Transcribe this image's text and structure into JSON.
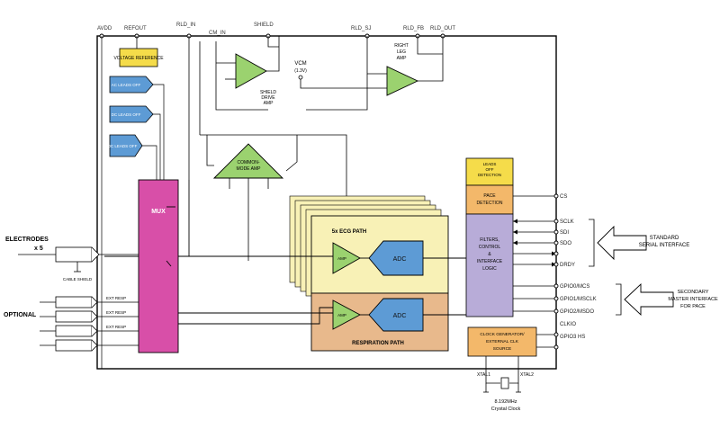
{
  "pins_top": {
    "avdd": "AVDD",
    "refout": "REFOUT",
    "shield": "SHIELD",
    "rld_in": "RLD_IN",
    "rld_sj": "RLD_SJ",
    "rld_fb": "RLD_FB",
    "rld_out": "RLD_OUT",
    "cm_in": "CM_IN",
    "vcm": "VCM",
    "vcm_sub": "(1.3V)"
  },
  "blocks": {
    "voltage_reference": "VOLTAGE REFERENCE",
    "lead_off_detect_1": "AC LEADS OFF",
    "lead_off_detect_2": "DC LEADS OFF",
    "lead_off_detect_3": "DC LEADS OFF",
    "shield_amp": [
      "SHIELD",
      "DRIVE",
      "AMP"
    ],
    "right_leg_amp": [
      "RIGHT",
      "LEG",
      "AMP"
    ],
    "common_mode_amp": [
      "COMMON-",
      "MODE AMP"
    ],
    "mux": "MUX",
    "ecg_path": "5x ECG PATH",
    "amp_label": "AMP",
    "adc": "ADC",
    "respiration_path": "RESPIRATION PATH",
    "leads_off_detection": [
      "LEADS",
      "OFF",
      "DETECTION"
    ],
    "pace_detection": [
      "PACE",
      "DETECTION"
    ],
    "filters_logic": [
      "FILTERS,",
      "CONTROL",
      "&",
      "INTERFACE",
      "LOGIC"
    ],
    "clock_gen": [
      "CLOCK GENERATOR/",
      "EXTERNAL CLK",
      "SOURCE"
    ]
  },
  "left": {
    "electrodes": "ELECTRODES",
    "electrodes_count": "x 5",
    "cable_shield": "CABLE SHIELD",
    "optional": "OPTIONAL",
    "ext_resp_labels": [
      "EXT RESP",
      "EXT RESP",
      "EXT RESP"
    ]
  },
  "right": {
    "pins": [
      "CS",
      "SCLK",
      "SDI",
      "SDO",
      "DRDY",
      "GPIO0/MCS",
      "GPIO1/MSCLK",
      "GPIO2/MSDO",
      "CLKIO",
      "GPIO3 HS"
    ],
    "serial_interface": [
      "STANDARD",
      "SERIAL INTERFACE"
    ],
    "secondary_interface": [
      "SECONDARY",
      "MASTER INTERFACE",
      "FOR PACE"
    ]
  },
  "bottom": {
    "xtal1": "XTAL1",
    "xtal2": "XTAL2",
    "crystal": [
      "8.192MHz",
      "Crystal Clock"
    ]
  },
  "colors": {
    "green": "#9bd26f",
    "blue": "#5d9bd5",
    "magenta": "#d84fa8",
    "ecg_yellow": "#f8f1b6",
    "resp_tan": "#e8b98c",
    "lavender": "#b8acd8",
    "yellow": "#f5dc4a",
    "orange": "#f3b86a"
  }
}
